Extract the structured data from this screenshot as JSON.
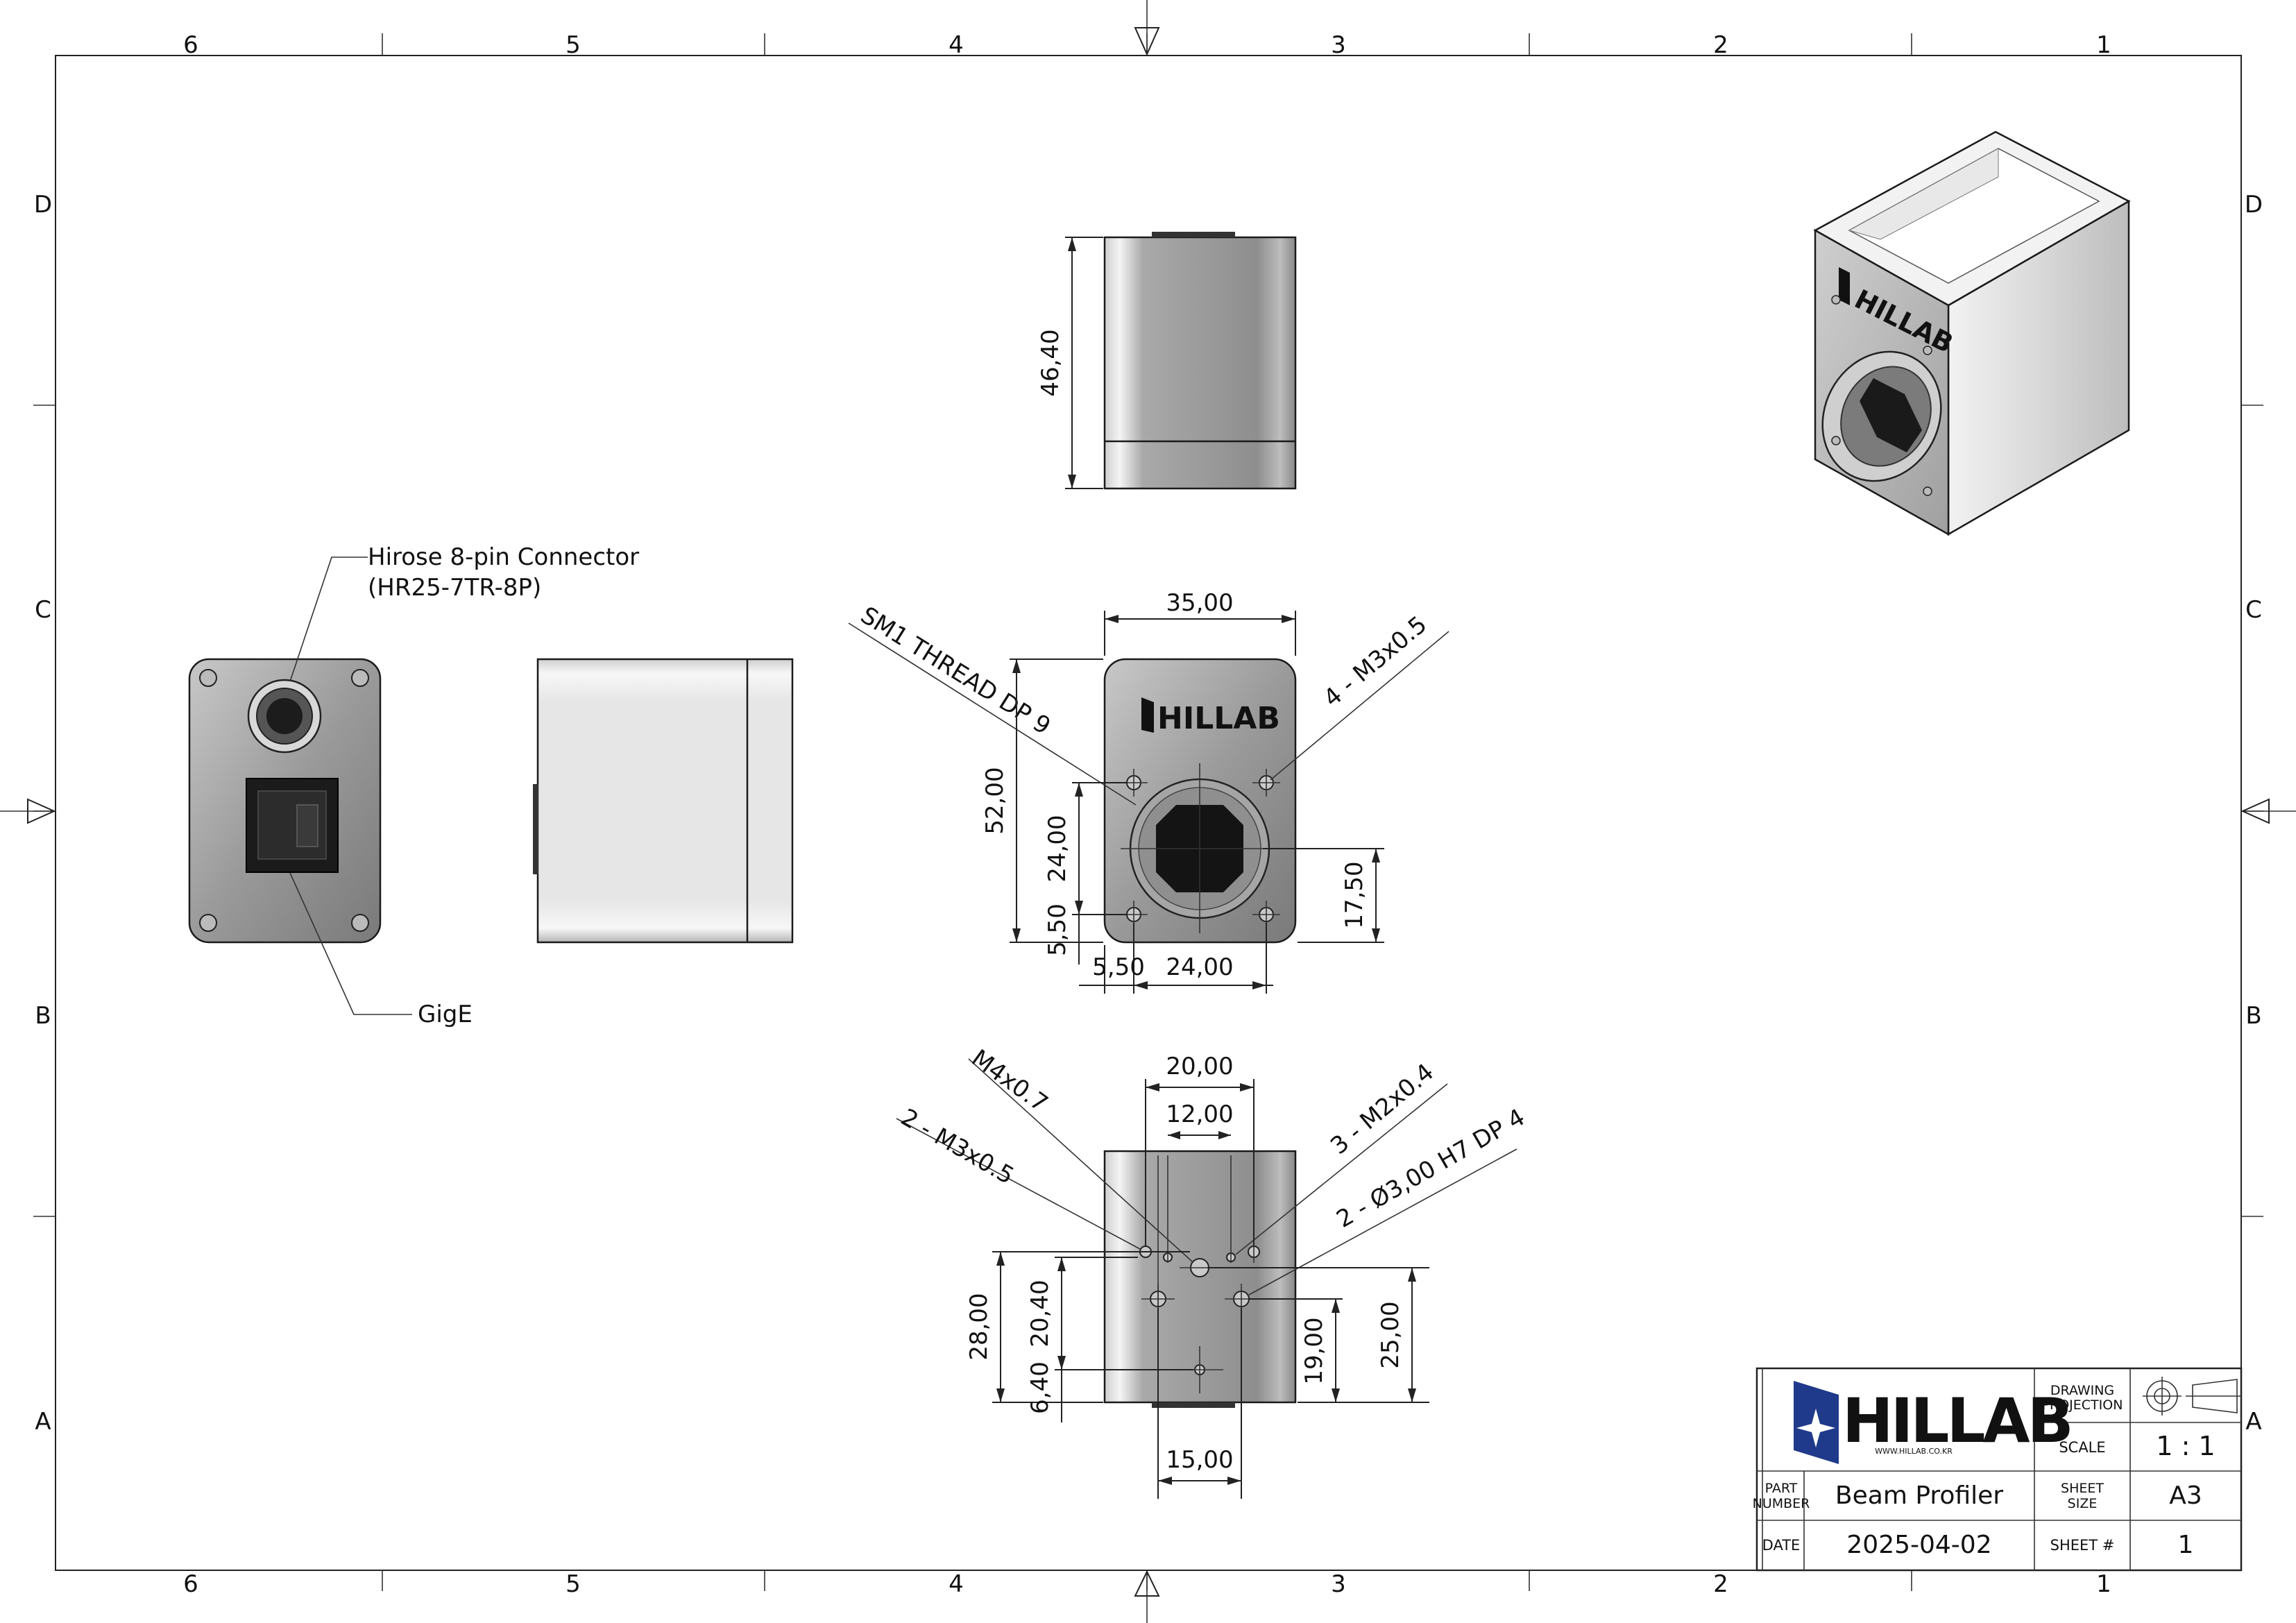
{
  "border": {
    "column_labels": [
      "6",
      "5",
      "4",
      "3",
      "2",
      "1"
    ],
    "row_labels": [
      "D",
      "C",
      "B",
      "A"
    ]
  },
  "callouts": {
    "connector_line1": "Hirose 8-pin Connector",
    "connector_line2": "(HR25-7TR-8P)",
    "gige": "GigE",
    "sm1_thread": "SM1 THREAD DP 9",
    "front_holes": "4 - M3x0.5",
    "bottom_m4": "M4x0.7",
    "bottom_m3": "2 - M3x0.5",
    "bottom_m2": "3 - M2x0.4",
    "bottom_pin": "2 - Ø3,00 H7 DP  4"
  },
  "dimensions": {
    "top_height": "46,40",
    "front_width": "35,00",
    "front_height": "52,00",
    "front_24_vertical": "24,00",
    "front_5_50_vertical": "5,50",
    "front_17_50": "17,50",
    "front_5_50_horizontal": "5,50",
    "front_24_horizontal": "24,00",
    "bottom_20": "20,00",
    "bottom_12": "12,00",
    "bottom_28": "28,00",
    "bottom_20_40": "20,40",
    "bottom_6_40": "6,40",
    "bottom_19": "19,00",
    "bottom_25": "25,00",
    "bottom_15": "15,00"
  },
  "logo_text": "HILLAB",
  "title_block": {
    "company": "HILLAB",
    "website": "WWW.HILLAB.CO.KR",
    "projection_label": "DRAWING PROJECTION",
    "scale_label": "SCALE",
    "scale_value": "1 : 1",
    "part_number_label": "PART NUMBER",
    "part_name": "Beam Profiler",
    "sheet_size_label": "SHEET SIZE",
    "sheet_size_value": "A3",
    "date_label": "DATE",
    "date_value": "2025-04-02",
    "sheet_no_label": "SHEET #",
    "sheet_no_value": "1"
  },
  "colors": {
    "logo_blue": "#1f3a8a",
    "body_gray": "#9a9a9a",
    "face_light": "#e4e4e4"
  }
}
